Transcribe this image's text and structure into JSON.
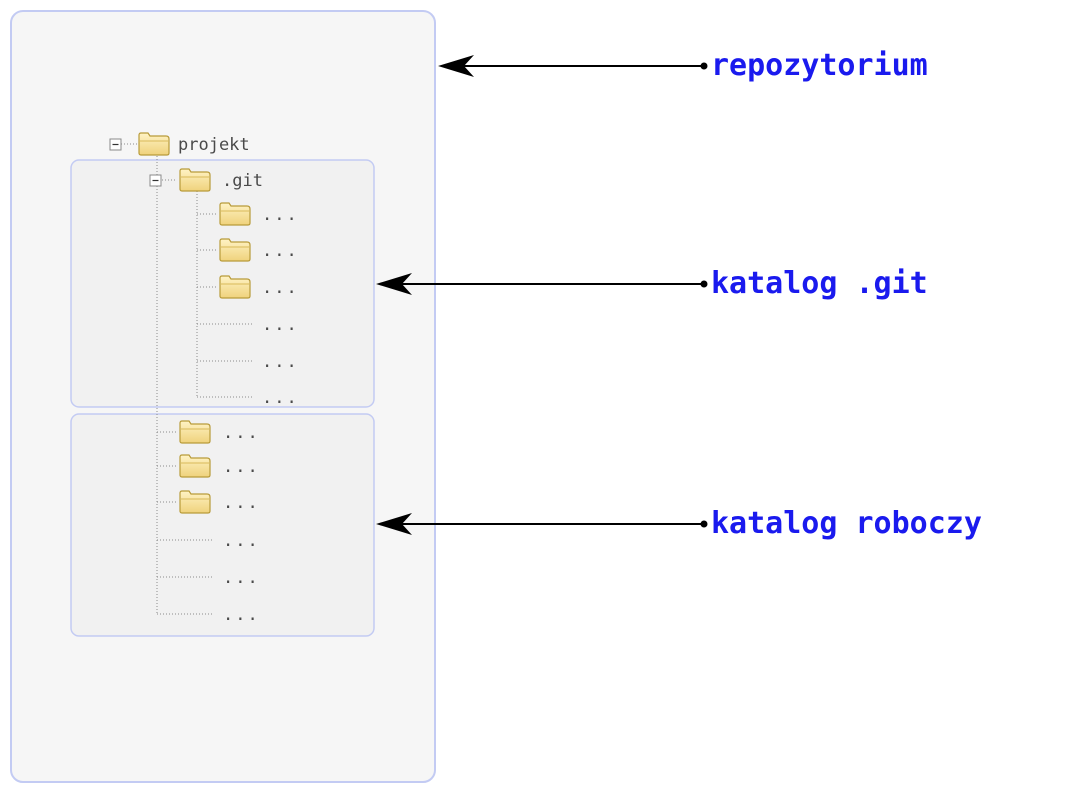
{
  "tree": {
    "root": {
      "label": "projekt"
    },
    "git_dir": {
      "label": ".git"
    },
    "git_folders": [
      "...",
      "...",
      "..."
    ],
    "git_files": [
      "...",
      "...",
      "..."
    ],
    "work_folders": [
      "...",
      "...",
      "..."
    ],
    "work_files": [
      "...",
      "...",
      "..."
    ]
  },
  "callouts": {
    "repository": "repozytorium",
    "git_dir": "katalog .git",
    "working_dir": "katalog roboczy"
  },
  "colors": {
    "callout_text": "#1a1aee",
    "frame_border": "#c3cbf3",
    "frame_fill": "#f6f6f6",
    "folder_fill": "#f3dc8e",
    "folder_stroke": "#b89b3a"
  }
}
